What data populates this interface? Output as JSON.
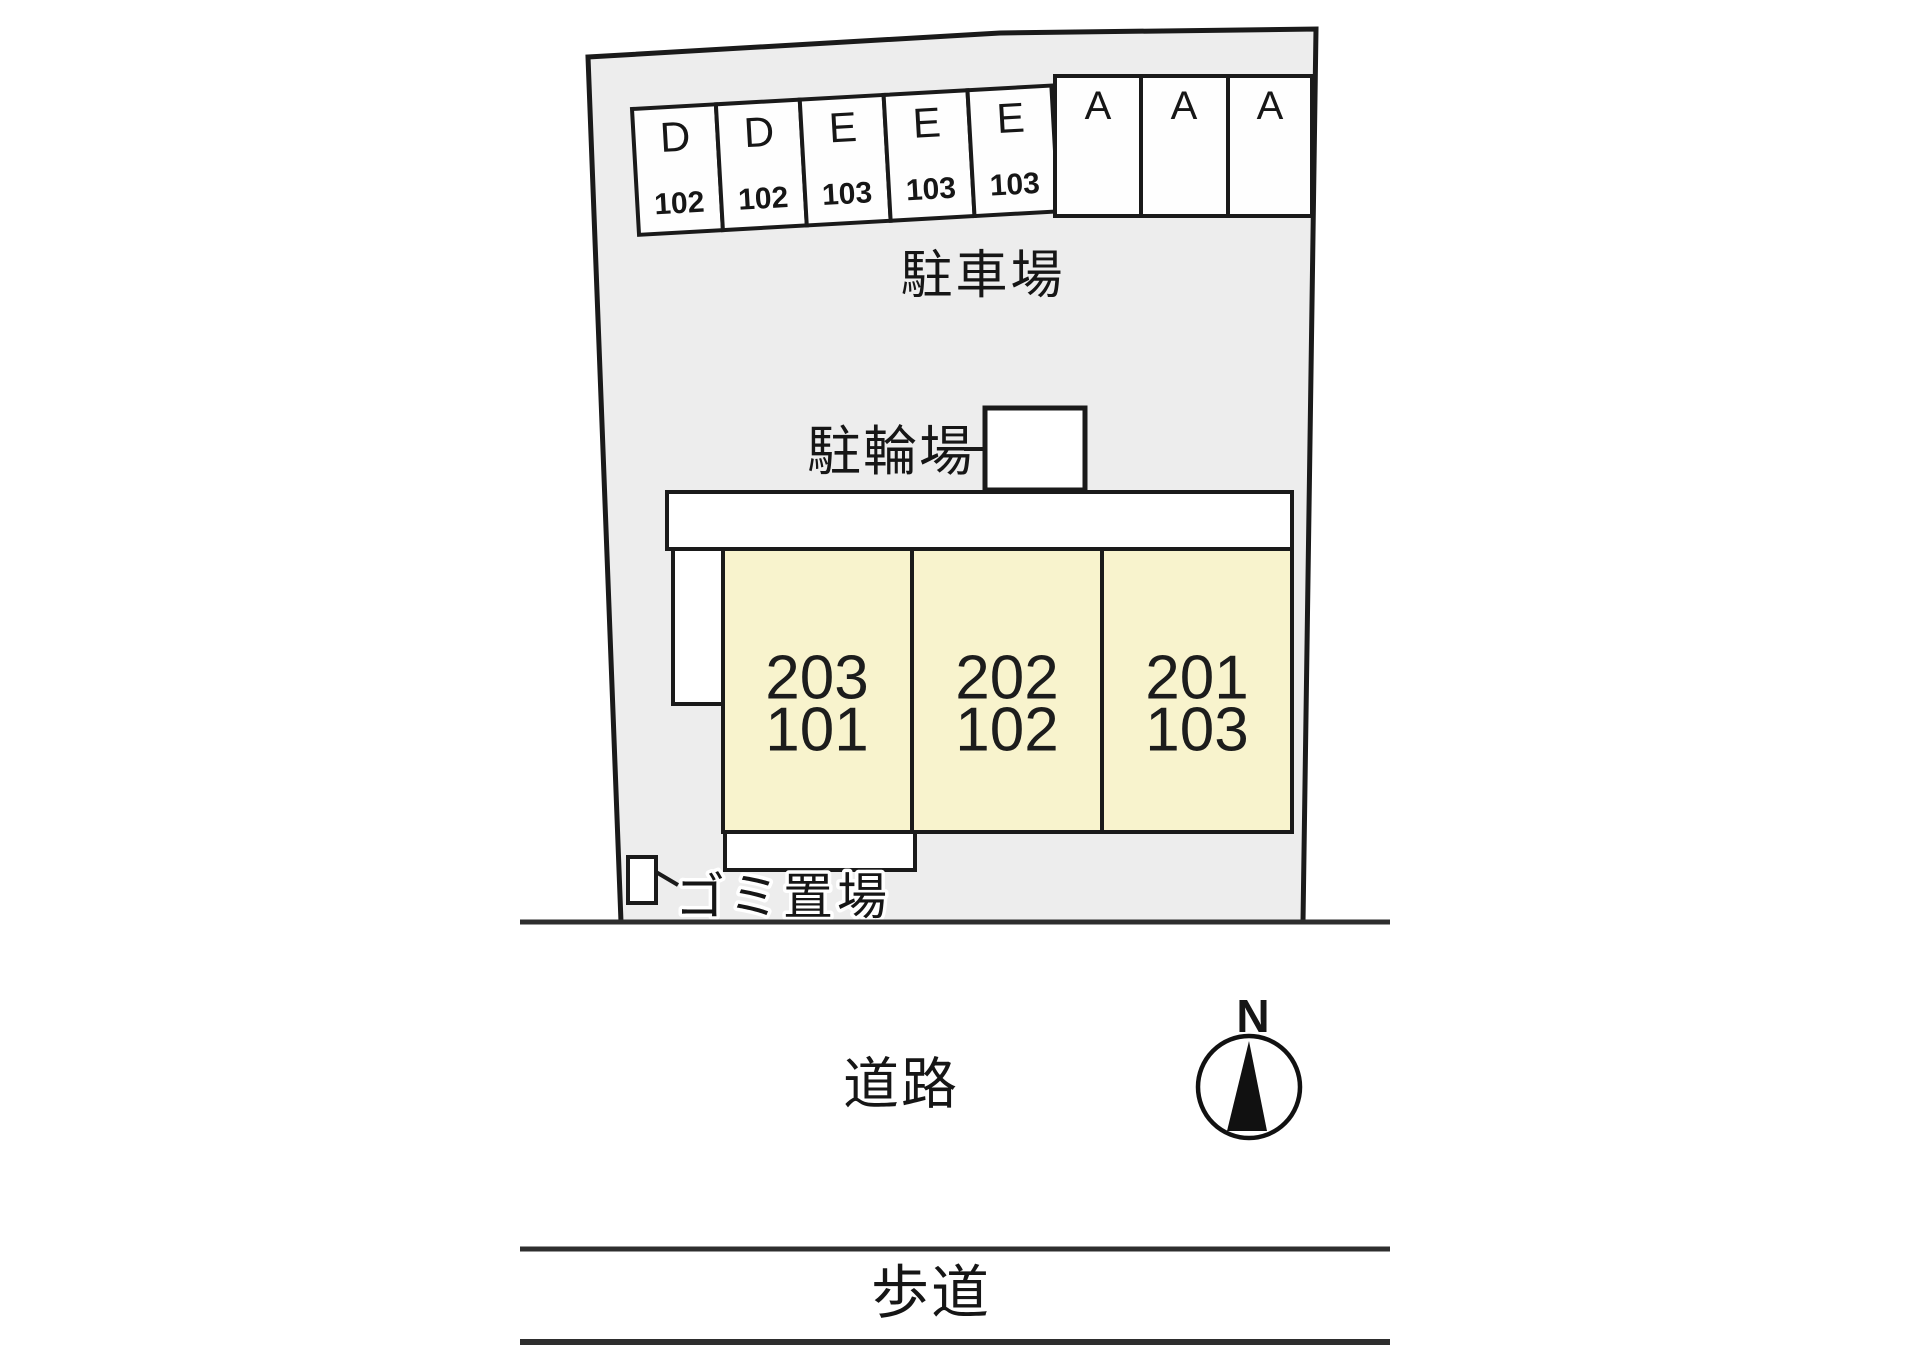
{
  "plan": {
    "area_labels": {
      "parking": "駐車場",
      "bicycle": "駐輪場",
      "garbage": "ゴミ置場",
      "road": "道路",
      "sidewalk": "歩道"
    },
    "compass": {
      "north": "N"
    },
    "slanted_stalls": [
      {
        "letter": "D",
        "number": "102"
      },
      {
        "letter": "D",
        "number": "102"
      },
      {
        "letter": "E",
        "number": "103"
      },
      {
        "letter": "E",
        "number": "103"
      },
      {
        "letter": "E",
        "number": "103"
      }
    ],
    "straight_stalls": [
      {
        "letter": "A"
      },
      {
        "letter": "A"
      },
      {
        "letter": "A"
      }
    ],
    "units": [
      {
        "upper": "203",
        "lower": "101"
      },
      {
        "upper": "202",
        "lower": "102"
      },
      {
        "upper": "201",
        "lower": "103"
      }
    ],
    "colors": {
      "site_fill": "#ededed",
      "stall_fill": "#fefefe",
      "unit_fill": "#f8f3cd",
      "number_red": "#c9282d",
      "line_black": "#1a1a1a",
      "road_line": "#2e2e2e"
    }
  }
}
